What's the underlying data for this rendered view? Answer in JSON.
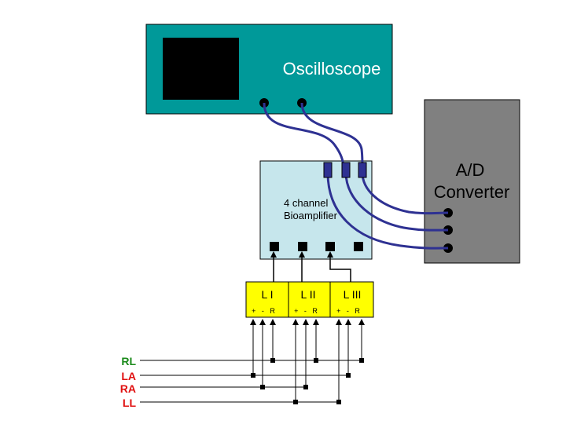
{
  "oscilloscope": {
    "label": "Oscilloscope",
    "color": "#009999"
  },
  "converter": {
    "line1": "A/D",
    "line2": "Converter",
    "color": "#808080"
  },
  "bioamplifier": {
    "line1": "4 channel",
    "line2": "Bioamplifier",
    "color": "#c6e6ec"
  },
  "lead_boxes": [
    {
      "label": "L I",
      "terminals": "+   -   R"
    },
    {
      "label": "L II",
      "terminals": "+   -   R"
    },
    {
      "label": "L III",
      "terminals": "+   -   R"
    }
  ],
  "electrodes": [
    {
      "label": "RL",
      "color": "#1a8a1a"
    },
    {
      "label": "LA",
      "color": "#e01010"
    },
    {
      "label": "RA",
      "color": "#e01010"
    },
    {
      "label": "LL",
      "color": "#e01010"
    }
  ],
  "colors": {
    "cable": "#2e3192",
    "lead_box": "#ffff00",
    "connector": "#2e3192"
  }
}
